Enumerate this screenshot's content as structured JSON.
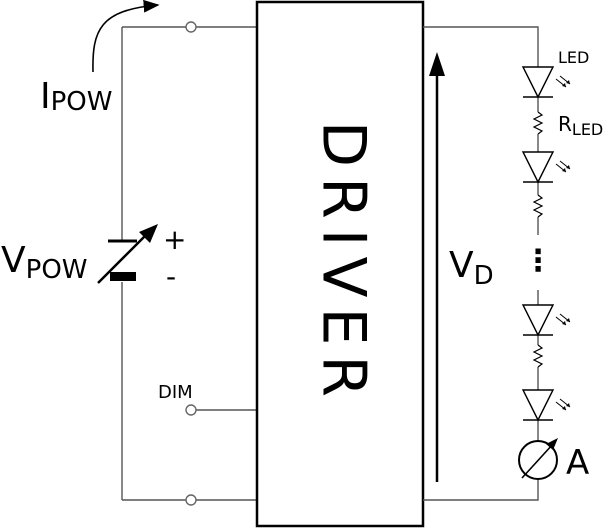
{
  "diagram": {
    "block_label": "DRIVER",
    "current_label": {
      "main": "I",
      "sub": "POW"
    },
    "voltage_source_label": {
      "main": "V",
      "sub": "POW"
    },
    "plus_sign": "+",
    "minus_sign": "-",
    "dim_label": "DIM",
    "led_label": "LED",
    "resistor_label": {
      "main": "R",
      "sub": "LED"
    },
    "voltage_label": {
      "main": "V",
      "sub": "D"
    },
    "ellipsis": "⋮",
    "ammeter_label": "A"
  },
  "colors": {
    "line": "#000000",
    "wire": "#555555",
    "background": "#ffffff"
  }
}
